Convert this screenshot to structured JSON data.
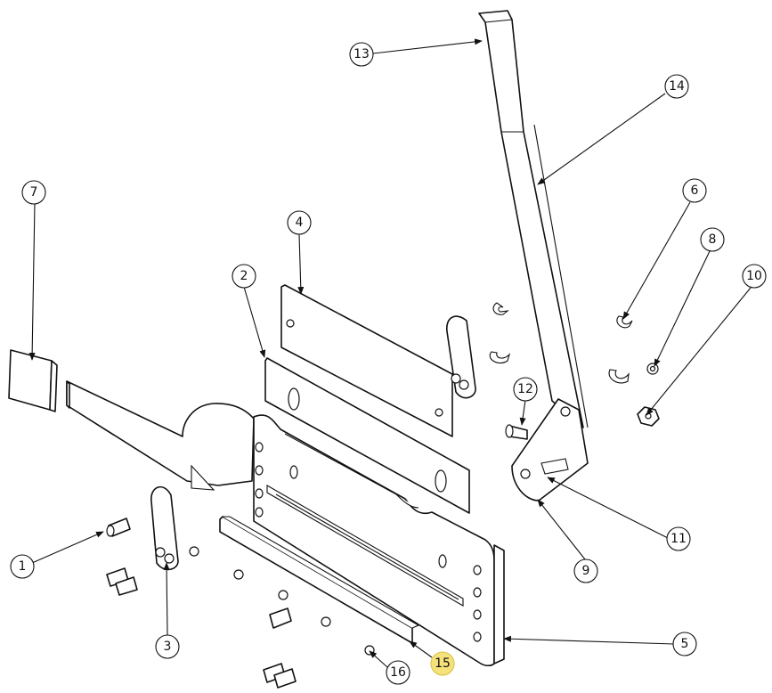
{
  "diagram": {
    "callouts": [
      {
        "id": "c1",
        "label": "1"
      },
      {
        "id": "c2",
        "label": "2"
      },
      {
        "id": "c3",
        "label": "3"
      },
      {
        "id": "c4",
        "label": "4"
      },
      {
        "id": "c5",
        "label": "5"
      },
      {
        "id": "c6",
        "label": "6"
      },
      {
        "id": "c7",
        "label": "7"
      },
      {
        "id": "c8",
        "label": "8"
      },
      {
        "id": "c9",
        "label": "9"
      },
      {
        "id": "c10",
        "label": "10"
      },
      {
        "id": "c11",
        "label": "11"
      },
      {
        "id": "c12",
        "label": "12"
      },
      {
        "id": "c13",
        "label": "13"
      },
      {
        "id": "c14",
        "label": "14"
      },
      {
        "id": "c15",
        "label": "15",
        "highlighted": true
      },
      {
        "id": "c16",
        "label": "16"
      }
    ],
    "colors": {
      "line": "#111111",
      "background": "#ffffff",
      "highlight": "#f5e27a"
    }
  }
}
